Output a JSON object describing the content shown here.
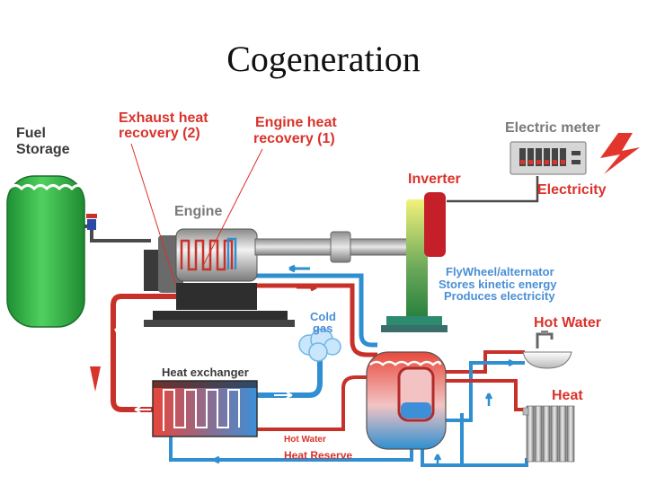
{
  "title": "Cogeneration",
  "labels": {
    "fuel_storage": [
      "Fuel",
      "Storage"
    ],
    "exhaust_heat": [
      "Exhaust heat",
      "recovery  (2)"
    ],
    "engine_heat": [
      "Engine heat",
      "recovery  (1)"
    ],
    "electric_meter": "Electric meter",
    "inverter": "Inverter",
    "electricity": "Electricity",
    "engine": "Engine",
    "flywheel": [
      "FlyWheel/alternator",
      "Stores kinetic energy",
      "Produces electricity"
    ],
    "cold_gas": [
      "Cold",
      "gas"
    ],
    "hot_water": "Hot Water",
    "heat_exchanger": "Heat exchanger",
    "heat": "Heat",
    "hot_water_small": "Hot Water",
    "heat_reserve": "Heat Reserve"
  },
  "colors": {
    "label_red": "#d9332b",
    "label_dark": "#3a3a3a",
    "label_grey": "#7a7a7a",
    "label_blue": "#4a8fd6",
    "pipe_red": "#c8302a",
    "pipe_blue": "#2f8fd0",
    "tank_green": "#2fae43"
  }
}
